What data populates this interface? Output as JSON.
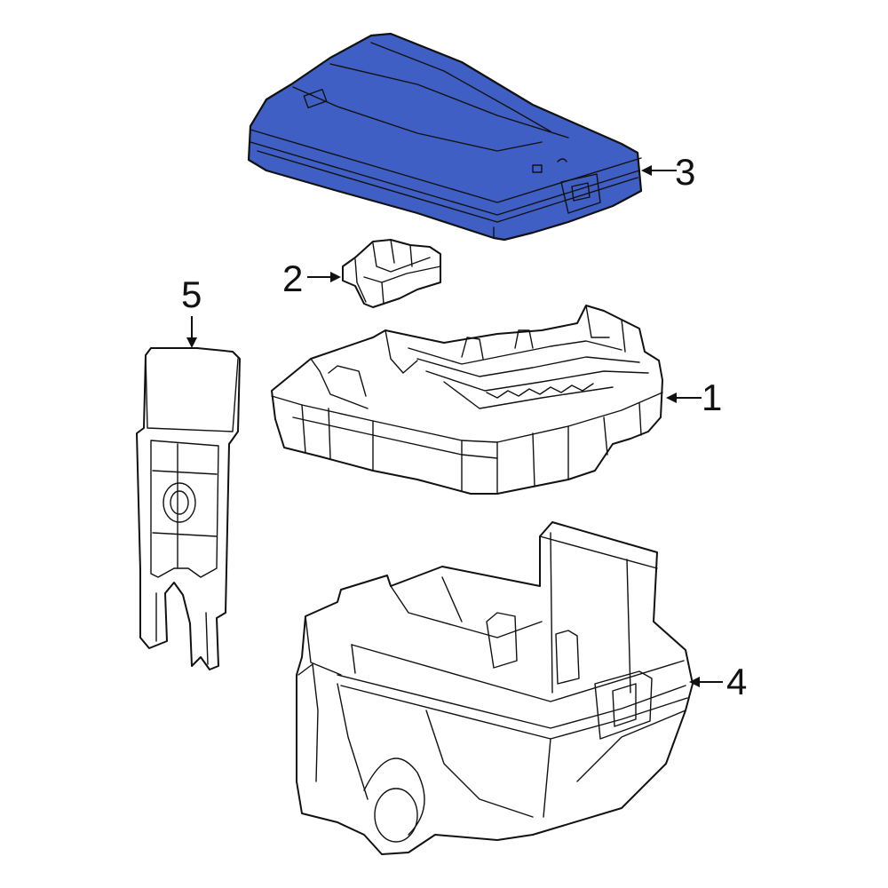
{
  "colors": {
    "highlight": "#3f5fc4",
    "highlight_dark": "#22389a",
    "line": "#111111",
    "background": "#ffffff"
  },
  "callouts": [
    {
      "id": "1",
      "label": "1",
      "part": "fuse-relay-block"
    },
    {
      "id": "2",
      "label": "2",
      "part": "relay-clip"
    },
    {
      "id": "3",
      "label": "3",
      "part": "upper-cover"
    },
    {
      "id": "4",
      "label": "4",
      "part": "lower-housing"
    },
    {
      "id": "5",
      "label": "5",
      "part": "bracket"
    }
  ]
}
